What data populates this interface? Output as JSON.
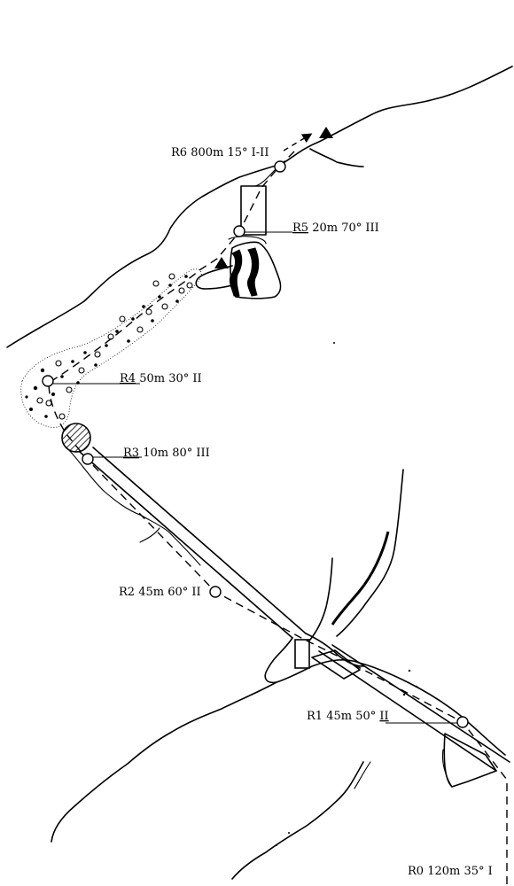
{
  "topo": {
    "pitches": [
      {
        "id": "R0",
        "text": "120m 35° I"
      },
      {
        "id": "R1",
        "text": "45m 50°",
        "grade": "II"
      },
      {
        "id": "R2",
        "text": "45m 60° II"
      },
      {
        "id": "R3",
        "text": "10m 80° III"
      },
      {
        "id": "R4",
        "text": "50m 30° II"
      },
      {
        "id": "R5",
        "text": "20m 70° III"
      },
      {
        "id": "R6",
        "text": "800m 15° I-II"
      }
    ]
  }
}
